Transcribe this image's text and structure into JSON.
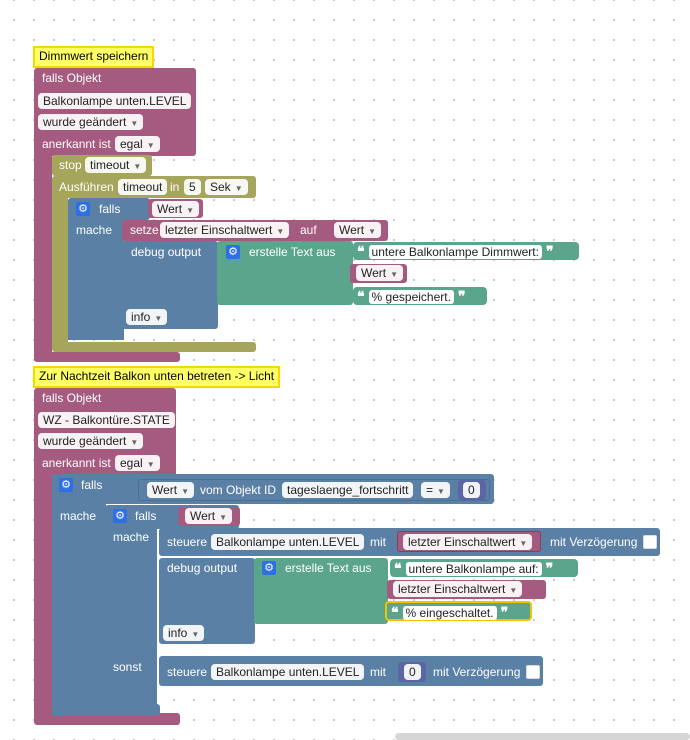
{
  "colors": {
    "event": "#a55b80",
    "loop": "#a5a55b",
    "logic": "#5b80a5",
    "text": "#5ba58c",
    "var": "#a55b80",
    "comment": "#ffff66",
    "gear": "#2f6fe6"
  },
  "block1": {
    "comment": "Dimmwert speichern",
    "falls_objekt": "falls Objekt",
    "object_id": "Balkonlampe unten.LEVEL",
    "trigger": "wurde geändert",
    "ack_label": "anerkannt ist",
    "ack_value": "egal",
    "stop_label": "stop",
    "stop_value": "timeout",
    "execute_label": "Ausführen",
    "timeout_var": "timeout",
    "in_label": "in",
    "delay_value": "5",
    "unit": "Sek",
    "if_label": "falls",
    "if_var": "Wert",
    "do_label": "mache",
    "set_label": "setze",
    "set_var": "letzter Einschaltwert",
    "to_label": "auf",
    "to_var": "Wert",
    "debug_label": "debug output",
    "create_text": "erstelle Text aus",
    "text1": "untere Balkonlampe Dimmwert:",
    "text_var": "Wert",
    "text2": "% gespeichert.",
    "info": "info"
  },
  "block2": {
    "comment": "Zur Nachtzeit Balkon unten betreten -> Licht",
    "falls_objekt": "falls Objekt",
    "object_id": "WZ - Balkontüre.STATE",
    "trigger": "wurde geändert",
    "ack_label": "anerkannt ist",
    "ack_value": "egal",
    "if_label": "falls",
    "cmp_var": "Wert",
    "cmp_obj_label": "vom Objekt ID",
    "cmp_obj": "tageslaenge_fortschritt",
    "cmp_op": "=",
    "cmp_value": "0",
    "do_label": "mache",
    "inner_if": "falls",
    "inner_if_var": "Wert",
    "inner_do": "mache",
    "control_label": "steuere",
    "control_obj": "Balkonlampe unten.LEVEL",
    "with_label": "mit",
    "control_value_var": "letzter Einschaltwert",
    "delay_label": "mit Verzögerung",
    "debug_label": "debug output",
    "create_text": "erstelle Text aus",
    "text1": "untere Balkonlampe auf:",
    "text_var": "letzter Einschaltwert",
    "text2": "% eingeschaltet.",
    "info": "info",
    "else_label": "sonst",
    "else_control": "steuere",
    "else_obj": "Balkonlampe unten.LEVEL",
    "else_with": "mit",
    "else_value": "0",
    "else_delay": "mit Verzögerung"
  }
}
